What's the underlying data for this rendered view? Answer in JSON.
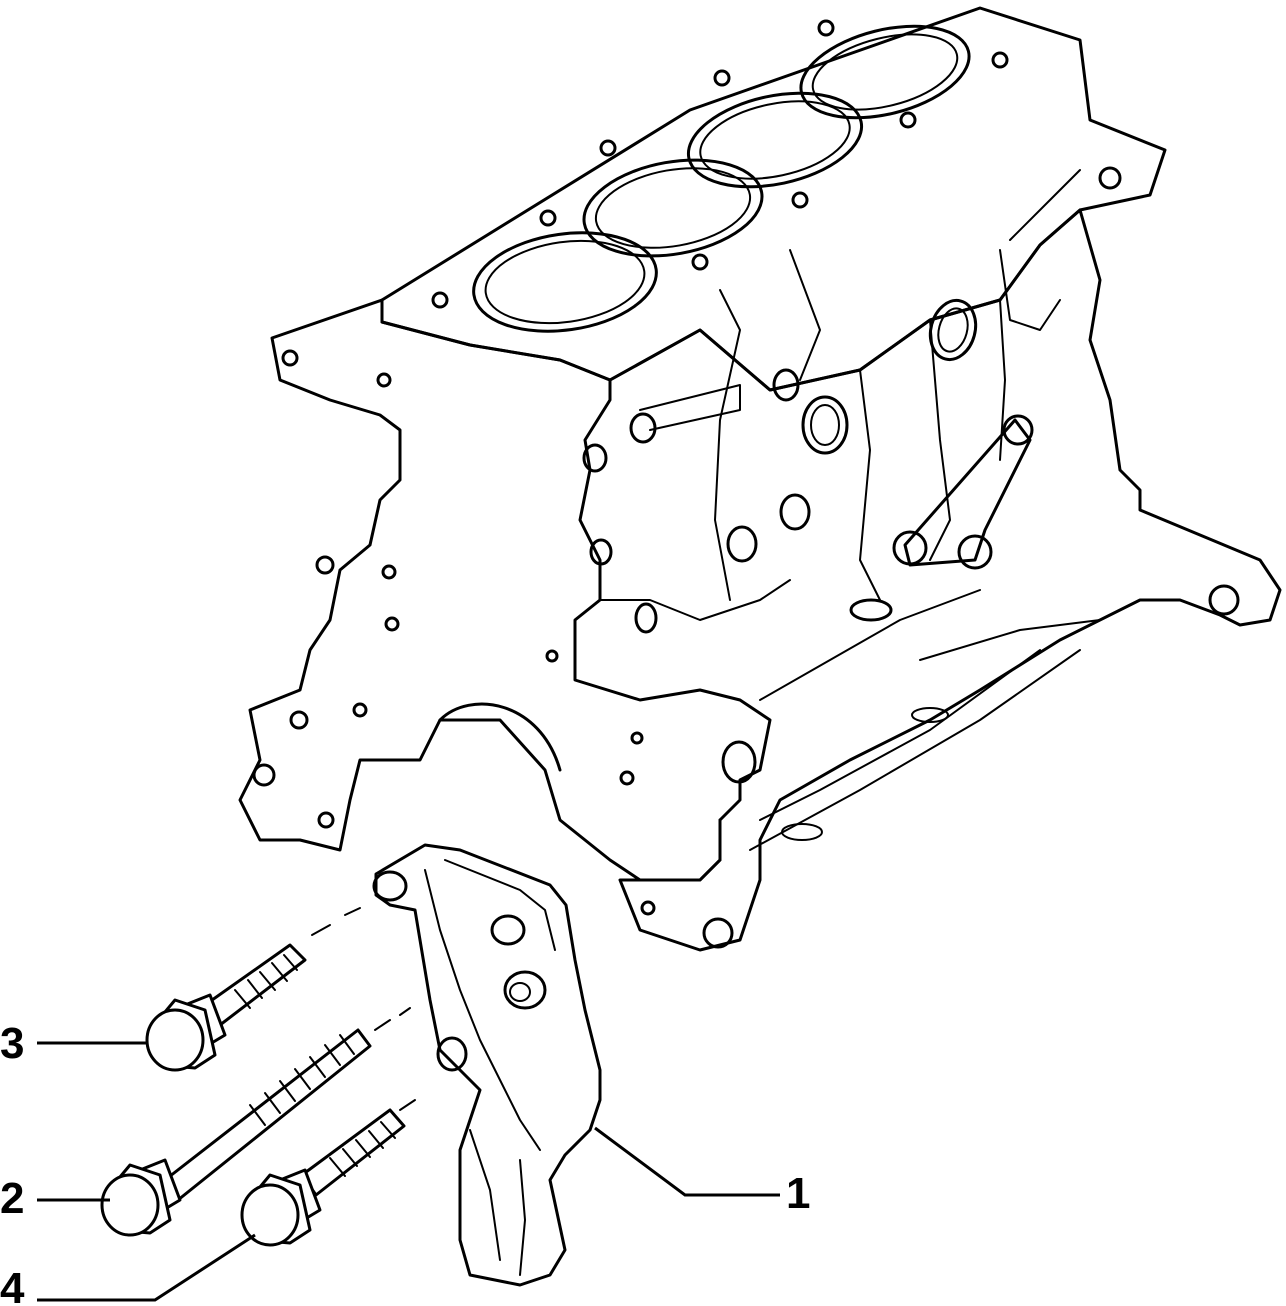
{
  "callouts": [
    {
      "id": "1",
      "label": "1"
    },
    {
      "id": "2",
      "label": "2"
    },
    {
      "id": "3",
      "label": "3"
    },
    {
      "id": "4",
      "label": "4"
    }
  ],
  "parts": {
    "engine_block": "engine-block",
    "bracket": "support-bracket",
    "bolt_long": "long-bolt",
    "bolt_upper": "upper-bolt",
    "bolt_lower": "lower-bolt"
  }
}
